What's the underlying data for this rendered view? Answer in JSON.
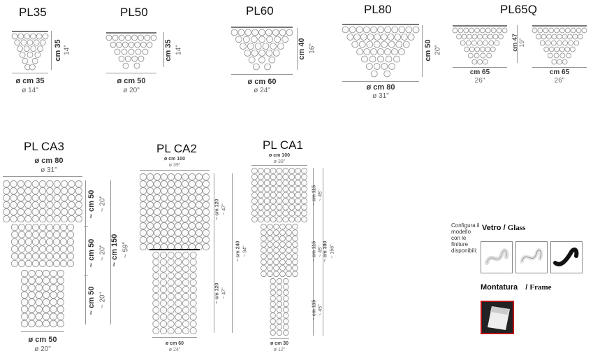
{
  "models": {
    "pl35": {
      "name": "PL35",
      "diameter": "ø cm 35",
      "diameter_in": "ø 14\"",
      "height": "cm 35",
      "height_in": "14\""
    },
    "pl50": {
      "name": "PL50",
      "diameter": "ø cm 50",
      "diameter_in": "ø 20\"",
      "height": "cm 35",
      "height_in": "14\""
    },
    "pl60": {
      "name": "PL60",
      "diameter": "ø cm 60",
      "diameter_in": "ø 24\"",
      "height": "cm 40",
      "height_in": "16\""
    },
    "pl80": {
      "name": "PL80",
      "diameter": "ø cm 80",
      "diameter_in": "ø 31\"",
      "height": "cm 50",
      "height_in": "20\""
    },
    "pl65q": {
      "name": "PL65Q",
      "width_a": "cm 65",
      "width_a_in": "26\"",
      "width_b": "cm 65",
      "width_b_in": "26\"",
      "height": "cm 47",
      "height_in": "19\""
    },
    "plca3": {
      "name": "PL CA3",
      "top_diameter": "ø cm 80",
      "top_diameter_in": "ø 31\"",
      "bottom_diameter": "ø cm 50",
      "bottom_diameter_in": "ø 20\"",
      "seg1": "~ cm 50",
      "seg1_in": "~ 20\"",
      "seg2": "~ cm 50",
      "seg2_in": "~ 20\"",
      "seg3": "~ cm 50",
      "seg3_in": "~ 20\"",
      "total": "~ cm 150",
      "total_in": "~ 59\""
    },
    "plca2": {
      "name": "PL CA2",
      "top_diameter": "ø cm 100",
      "top_diameter_in": "ø 39\"",
      "bottom_diameter": "ø cm 60",
      "bottom_diameter_in": "ø 24\"",
      "seg1": "~ cm 120",
      "seg1_in": "~ 47\"",
      "seg2": "~ cm 120",
      "seg2_in": "~ 47\"",
      "total": "~ cm 240",
      "total_in": "~ 94\""
    },
    "plca1": {
      "name": "PL CA1",
      "top_diameter": "ø cm 100",
      "top_diameter_in": "ø 39\"",
      "bottom_diameter": "ø cm 30",
      "bottom_diameter_in": "ø 12\"",
      "seg1": "~ cm 115",
      "seg1_in": "~ 45\"",
      "seg2": "~ cm 115",
      "seg2_in": "~ 45\"",
      "seg3": "~ cm 115",
      "seg3_in": "~ 45\"",
      "total": "~ cm 390",
      "total_in": "~ 156\""
    }
  },
  "configurator": {
    "intro": "Configura il modello con le finiture disponibili:",
    "glass_label_it": "Vetro",
    "glass_sep": "/",
    "glass_label_en": "Glass",
    "frame_label_it": "Montatura",
    "frame_sep": "/",
    "frame_label_en": "Frame",
    "glass_options": [
      "clear-white-glass-icon",
      "clear-glass-icon",
      "black-glass-icon"
    ],
    "frame_options": [
      "chrome-frame-icon"
    ],
    "selected_color": "#b11111"
  }
}
